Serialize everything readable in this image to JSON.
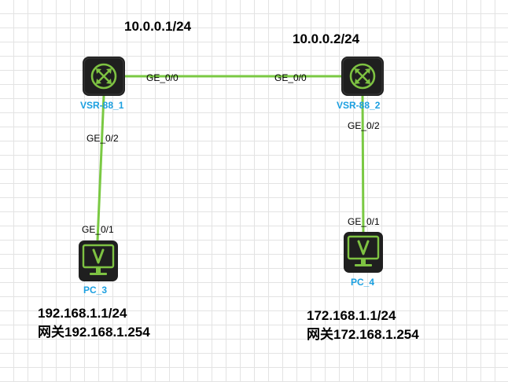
{
  "colors": {
    "link": "#7ac943",
    "device_body": "#1f1f1f",
    "device_accent": "#7ec242",
    "device_label": "#1a9fe0"
  },
  "devices": {
    "router1": {
      "name": "VSR-88_1",
      "icon": "router-icon"
    },
    "router2": {
      "name": "VSR-88_2",
      "icon": "router-icon"
    },
    "pc3": {
      "name": "PC_3",
      "icon": "pc-monitor-icon"
    },
    "pc4": {
      "name": "PC_4",
      "icon": "pc-monitor-icon"
    }
  },
  "links": {
    "r1_r2": {
      "a_port": "GE_0/0",
      "b_port": "GE_0/0"
    },
    "r1_pc3": {
      "a_port": "GE_0/2",
      "b_port": "GE_0/1"
    },
    "r2_pc4": {
      "a_port": "GE_0/2",
      "b_port": "GE_0/1"
    }
  },
  "annotations": {
    "r1_ip": "10.0.0.1/24",
    "r2_ip": "10.0.0.2/24",
    "pc3_ip": "192.168.1.1/24",
    "pc3_gateway": "网关192.168.1.254",
    "pc4_ip": "172.168.1.1/24",
    "pc4_gateway": "网关172.168.1.254"
  }
}
